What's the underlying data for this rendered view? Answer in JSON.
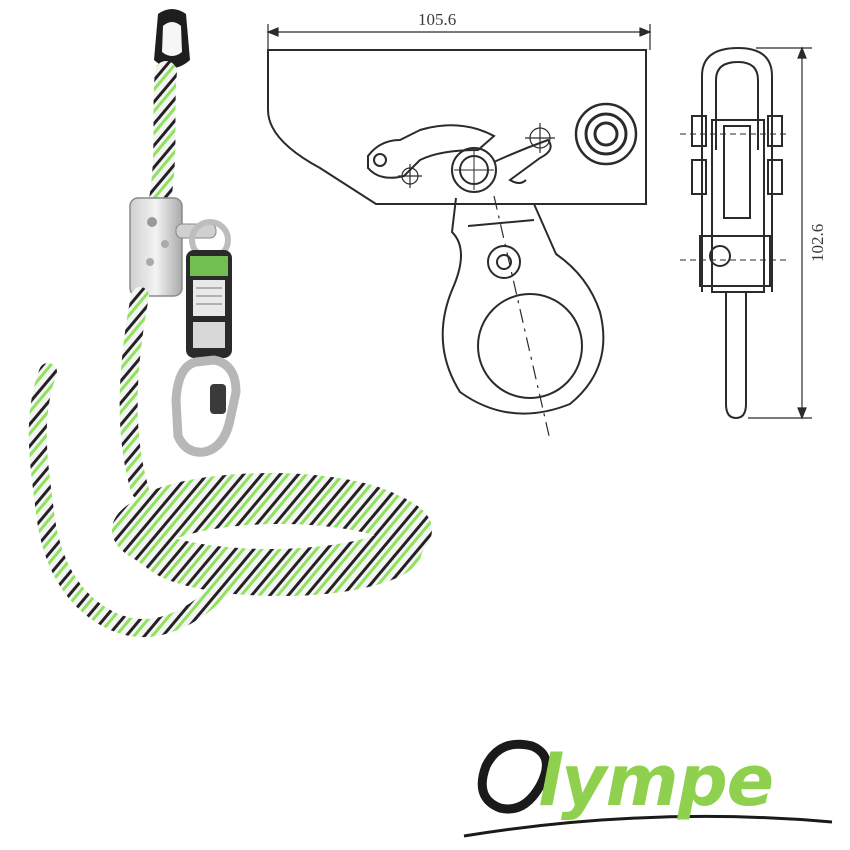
{
  "drawing": {
    "width_dimension": "105.6",
    "height_dimension": "102.6"
  },
  "brand": {
    "logo_text": "Olympe",
    "logo_accent_color": "#8fd14f",
    "logo_dark_color": "#1a1a1a"
  },
  "product": {
    "rope_colors": [
      "#ffffff",
      "#1c1c1c",
      "#9be35a"
    ],
    "icon": "rope-lanyard-with-rope-grab-and-carabiner"
  }
}
